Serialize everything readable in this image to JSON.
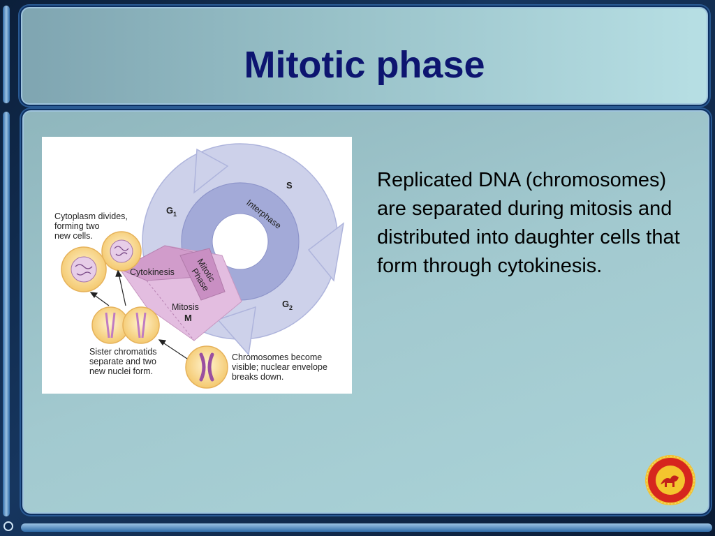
{
  "slide": {
    "title": "Mitotic phase",
    "body": "Replicated DNA (chromosomes) are separated during mitosis and distributed into daughter cells that form through cytokinesis."
  },
  "diagram": {
    "labels": {
      "s": "S",
      "g1": "G",
      "g1_sub": "1",
      "g2": "G",
      "g2_sub": "2",
      "interphase": "Interphase",
      "mitotic_line1": "Mitotic",
      "mitotic_line2": "Phase",
      "cytokinesis": "Cytokinesis",
      "mitosis": "Mitosis",
      "mitosis_m": "M"
    },
    "captions": {
      "cytoplasm": [
        "Cytoplasm divides,",
        "forming two",
        "new cells."
      ],
      "sister": [
        "Sister chromatids",
        "separate and two",
        "new nuclei form."
      ],
      "chromosomes": [
        "Chromosomes become",
        "visible; nuclear envelope",
        "breaks down."
      ]
    }
  },
  "colors": {
    "title": "#0d1570",
    "ring_outer": "#c9cde8",
    "ring_inner": "#a3aad8",
    "mitotic_wedge": "#d9a9cf",
    "cell": "#f7d58a"
  }
}
